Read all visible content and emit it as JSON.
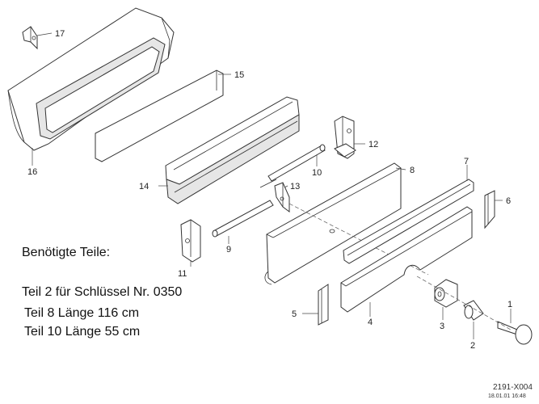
{
  "callouts": [
    "1",
    "2",
    "3",
    "4",
    "5",
    "6",
    "7",
    "8",
    "9",
    "10",
    "11",
    "12",
    "13",
    "14",
    "15",
    "16",
    "17"
  ],
  "notes": {
    "title": "Benötigte Teile:",
    "lines": [
      "Teil 2 für Schlüssel Nr. 0350",
      "Teil 8 Länge 116 cm",
      "Teil 10 Länge 55 cm"
    ]
  },
  "drawing_code": "2191-X004",
  "drawing_date": "18.01.01 16:48"
}
